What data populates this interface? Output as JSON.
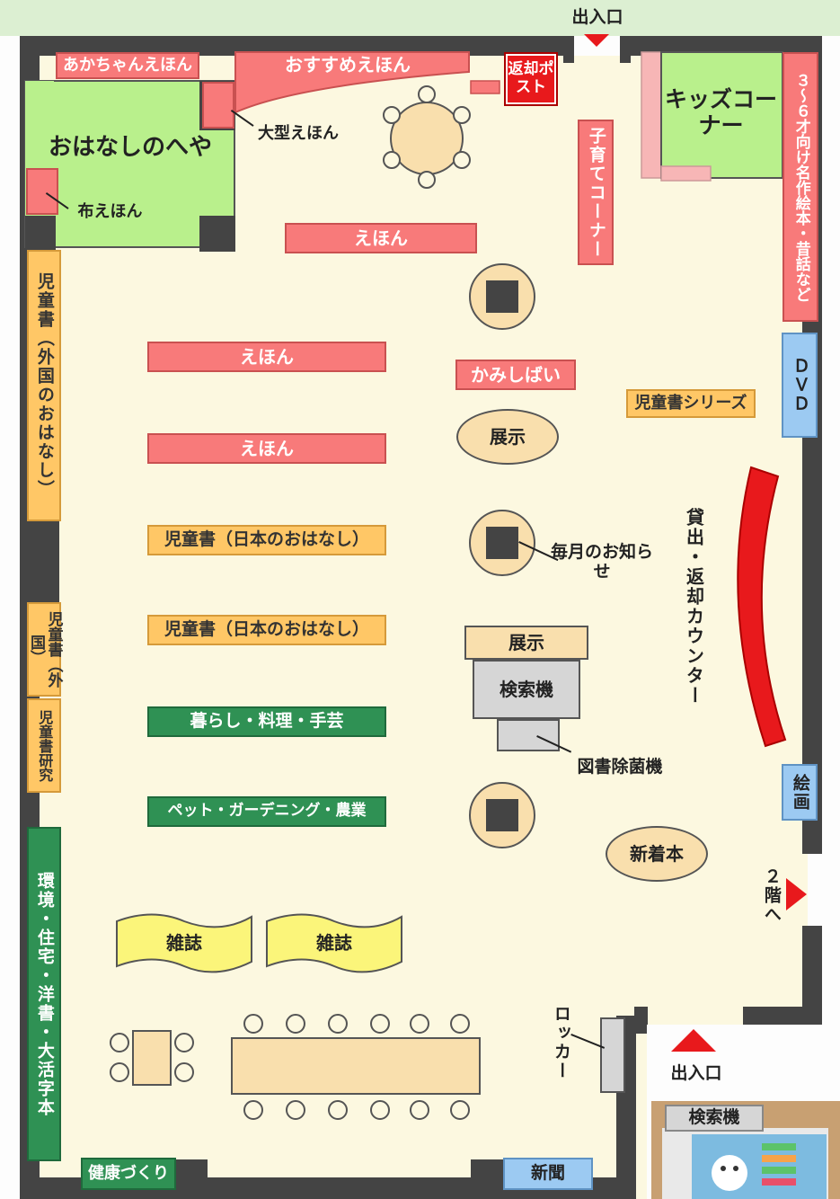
{
  "map": {
    "top_entrance": "出入口",
    "bottom_entrance": "出入口",
    "stairs": "２階へ",
    "search_photo_label": "検索機"
  },
  "rooms": {
    "ohanashi": "おはなしのへや",
    "kids": "キッズコーナー"
  },
  "labels": {
    "akachan": "あかちゃんえほん",
    "osusume": "おすすめえほん",
    "henkyaku_post": "返却ポスト",
    "oogata": "大型えほん",
    "nuno": "布えほん",
    "kosodate": "子育てコーナー",
    "meisaku": "３〜６才向け名作絵本・昔話など",
    "dvd": "ＤＶＤ",
    "ehon1": "えほん",
    "ehon2": "えほん",
    "ehon3": "えほん",
    "kamishibai": "かみしばい",
    "series": "児童書シリーズ",
    "gaikoku_ohanashi": "児童書（外国のおはなし）",
    "tenji1": "展示",
    "counter": "貸出・返却カウンター",
    "maitsuki": "毎月のお知らせ",
    "nihon1": "児童書（日本のおはなし）",
    "nihon2": "児童書（日本のおはなし）",
    "tenji2": "展示",
    "kensaku": "検索機",
    "jokin": "図書除菌機",
    "jidou_gaikoku": "児童書（外国）",
    "kenkyu": "児童書研究",
    "kurashi": "暮らし・料理・手芸",
    "pet": "ペット・ガーデニング・農業",
    "kaiga": "絵画",
    "shinchaku": "新着本",
    "kankyo": "環境・住宅・洋書・大活字本",
    "zasshi1": "雑誌",
    "zasshi2": "雑誌",
    "locker": "ロッカー",
    "kenko": "健康づくり",
    "shinbun": "新聞"
  },
  "colors": {
    "floor": "#fcf8e0",
    "wall": "#444444",
    "pink": "#f87a7a",
    "orange": "#ffc766",
    "green": "#2f9154",
    "blue": "#9ccaf2",
    "room_green": "#b9f08c",
    "counter_red": "#e8191c",
    "arrow_red": "#e8191c"
  }
}
